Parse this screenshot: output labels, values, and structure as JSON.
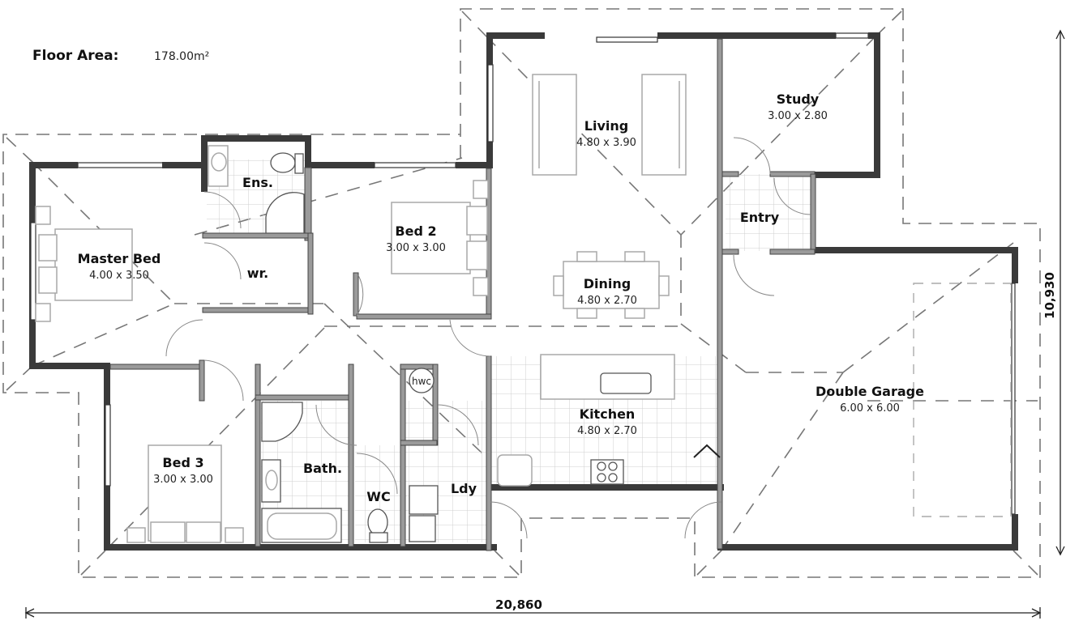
{
  "header": {
    "floor_area_label": "Floor Area:",
    "floor_area_value": "178.00m²"
  },
  "rooms": {
    "master_bed": {
      "name": "Master Bed",
      "dims": "4.00 x 3.50"
    },
    "ensuite": {
      "name": "Ens."
    },
    "wardrobe": {
      "name": "wr."
    },
    "bed2": {
      "name": "Bed 2",
      "dims": "3.00 x 3.00"
    },
    "living": {
      "name": "Living",
      "dims": "4.80 x 3.90"
    },
    "study": {
      "name": "Study",
      "dims": "3.00 x 2.80"
    },
    "entry": {
      "name": "Entry"
    },
    "dining": {
      "name": "Dining",
      "dims": "4.80 x 2.70"
    },
    "kitchen": {
      "name": "Kitchen",
      "dims": "4.80 x 2.70"
    },
    "garage": {
      "name": "Double Garage",
      "dims": "6.00 x 6.00"
    },
    "bed3": {
      "name": "Bed 3",
      "dims": "3.00 x 3.00"
    },
    "bath": {
      "name": "Bath."
    },
    "wc": {
      "name": "WC"
    },
    "laundry": {
      "name": "Ldy"
    }
  },
  "fixtures": {
    "hot_water_cylinder": "hwc"
  },
  "dimensions": {
    "overall_width": "20,860",
    "overall_depth": "10,930"
  },
  "colors": {
    "exterior_wall": "#3a3a3a",
    "interior_wall": "#9a9a9a",
    "roof_line": "#777777",
    "tile_grid": "#cfcfcf"
  }
}
